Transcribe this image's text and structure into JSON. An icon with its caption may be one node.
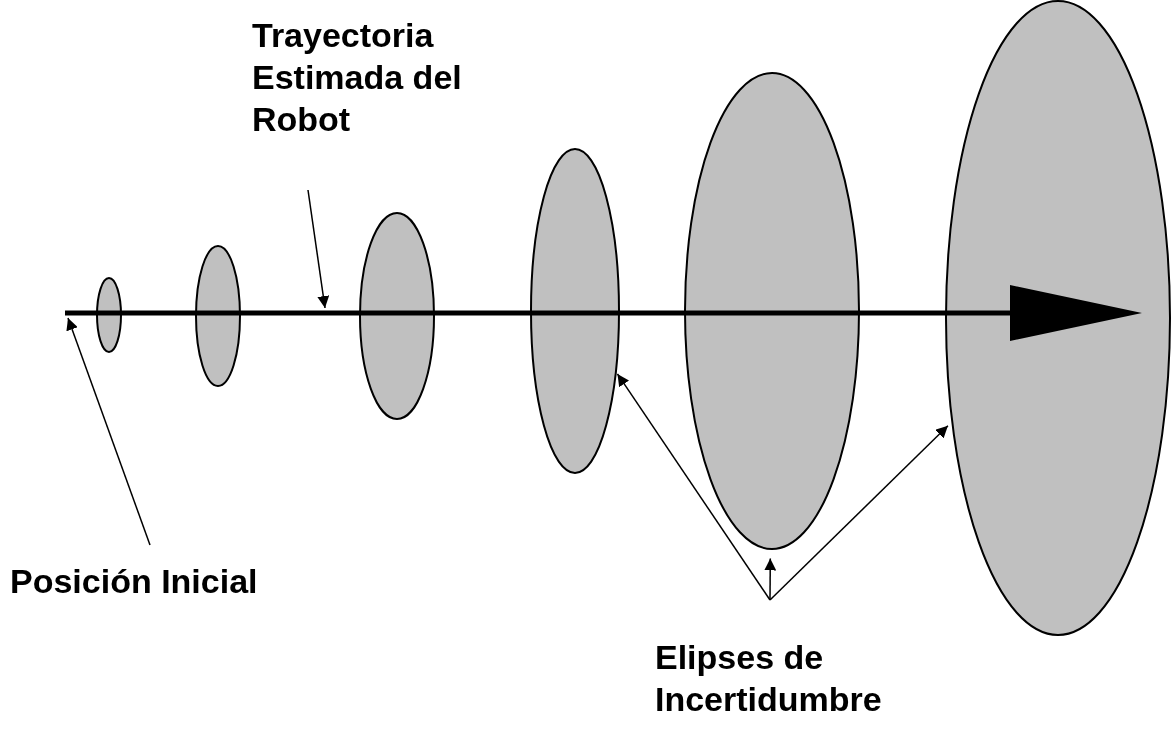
{
  "diagram": {
    "nodes": [
      {
        "text": [
          "Trayectoria Estimada del Robot"
        ]
      },
      {
        "text": [],
        "shape": "arrow"
      },
      {
        "text": [
          "Posición Inicial"
        ]
      },
      {
        "text": [],
        "shape": "ellipse"
      },
      {
        "text": [],
        "shape": "ellipse"
      },
      {
        "text": [],
        "shape": "ellipse"
      },
      {
        "text": [],
        "shape": "ellipse"
      },
      {
        "text": [],
        "shape": "ellipse"
      },
      {
        "text": [],
        "shape": "ellipse"
      },
      {
        "text": [
          "Elipses de Incertidumbre"
        ]
      }
    ],
    "edges": [
      {
        "from": 0,
        "to": 1,
        "arrow": "to"
      },
      {
        "from": 2,
        "to": 1,
        "arrow": "to"
      },
      {
        "from": 9,
        "to": 6,
        "arrow": "to"
      },
      {
        "from": 9,
        "to": 7,
        "arrow": "to"
      },
      {
        "from": 9,
        "to": 8,
        "arrow": "to"
      }
    ]
  }
}
